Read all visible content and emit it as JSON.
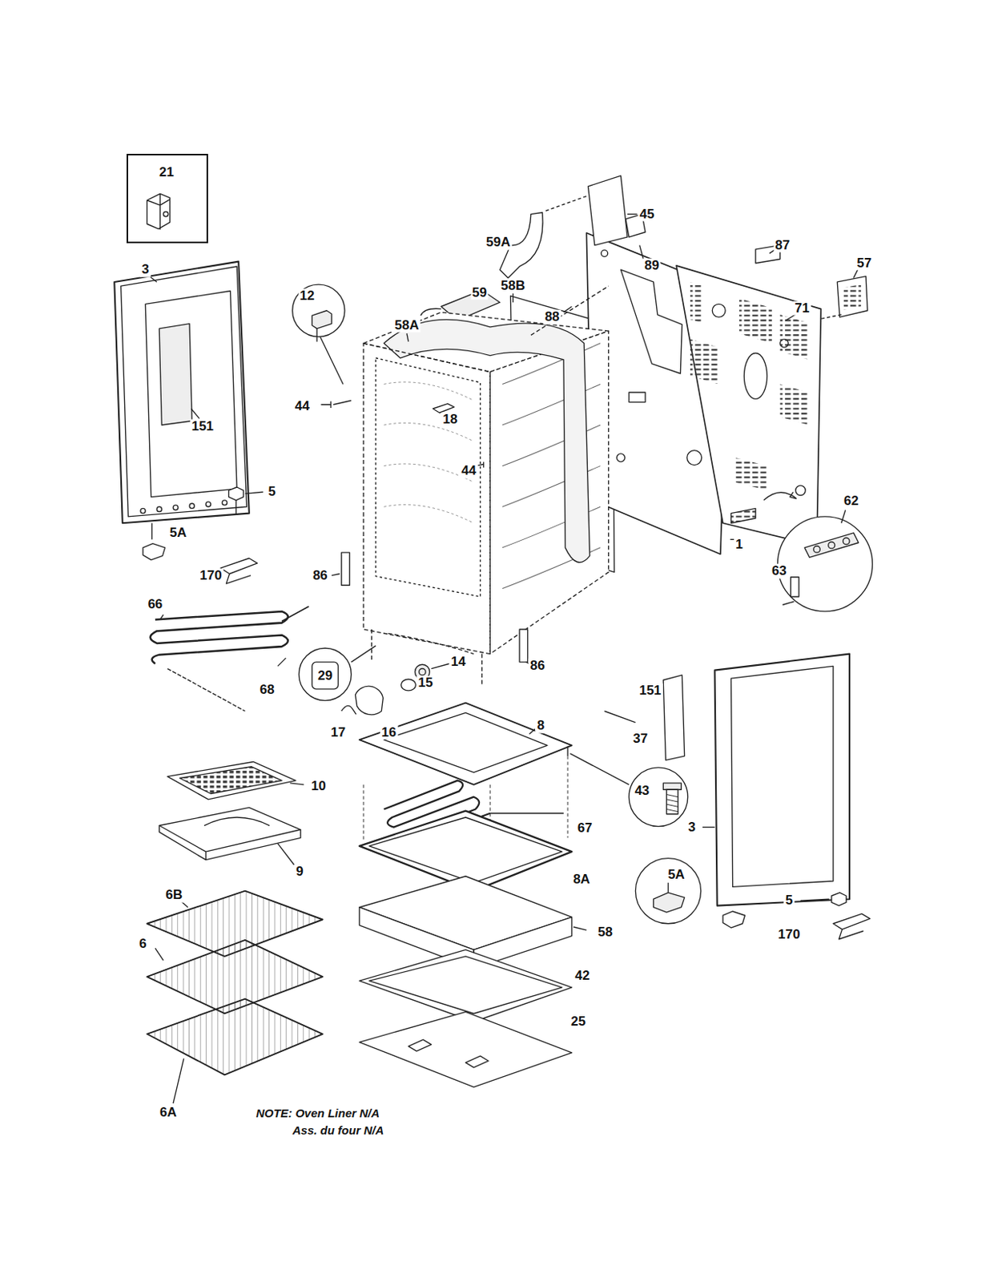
{
  "diagram": {
    "nodes": [
      {
        "text": [
          "21"
        ]
      }
    ],
    "labels": [
      "45",
      "59A",
      "87",
      "57",
      "89",
      "3",
      "59",
      "58B",
      "71",
      "12",
      "88",
      "58A",
      "44",
      "18",
      "151",
      "5",
      "62",
      "5A",
      "1",
      "63",
      "170",
      "86",
      "44",
      "66",
      "14",
      "86",
      "29",
      "15",
      "68",
      "151",
      "8",
      "17",
      "16",
      "37",
      "10",
      "43",
      "67",
      "3",
      "9",
      "5A",
      "8A",
      "6B",
      "5",
      "58",
      "170",
      "6",
      "42",
      "25",
      "6A",
      "NOTE: Oven Liner N/A",
      "Ass. du four N/A"
    ]
  }
}
